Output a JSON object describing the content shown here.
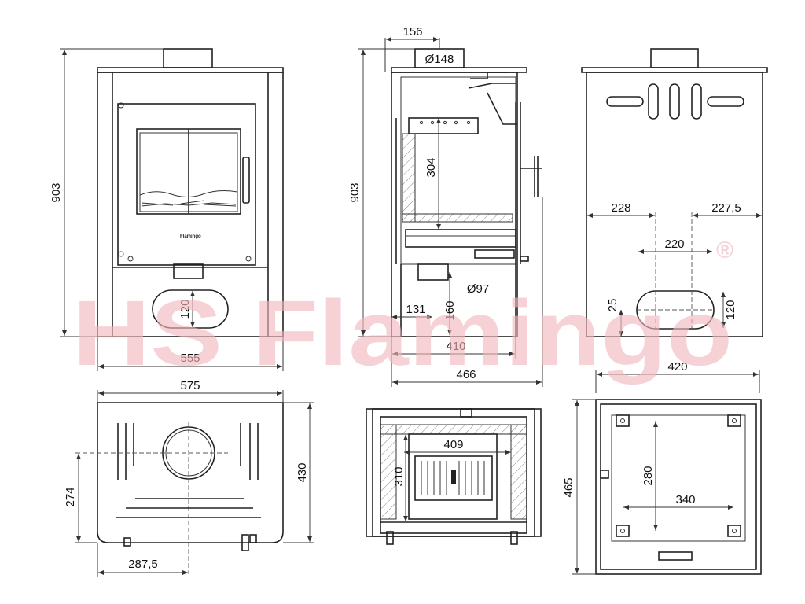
{
  "watermark": {
    "text": "HS Flamingo",
    "mark": "®",
    "color": "#f2b8bd"
  },
  "door_badge": "Flamingo",
  "front_view": {
    "height": "903",
    "width_bottom": "555",
    "oval_height": "120"
  },
  "side_view": {
    "flue_offset": "156",
    "flue_diameter": "Ø148",
    "height": "903",
    "firebox_height": "304",
    "air_inlet_diameter": "Ø97",
    "inlet_offset": "131",
    "inlet_height": "160",
    "inner_depth": "410",
    "total_depth": "466"
  },
  "rear_view": {
    "left_offset": "228",
    "right_offset": "227,5",
    "inlet_spacing": "220",
    "oval_offset": "25",
    "oval_height": "120",
    "width": "420"
  },
  "top_view": {
    "width": "575",
    "depth": "430",
    "flue_center_from_front": "274",
    "flue_center_from_side": "287,5"
  },
  "section_view": {
    "grate_width": "409",
    "grate_depth": "310"
  },
  "base_view": {
    "depth": "465",
    "foot_spacing_depth": "280",
    "foot_spacing_width": "340"
  }
}
